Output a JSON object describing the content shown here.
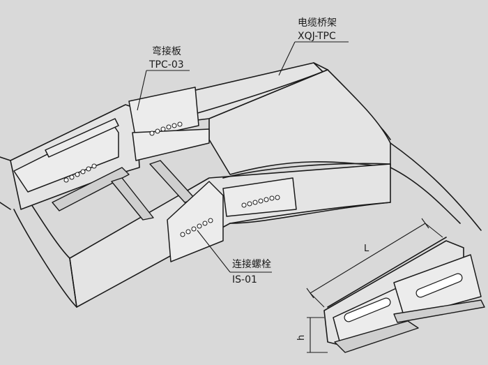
{
  "labels": {
    "tray": {
      "name": "电缆桥架",
      "code": "XQJ-TPC"
    },
    "bend_plate": {
      "name": "弯接板",
      "code": "TPC-03"
    },
    "bolt": {
      "name": "连接螺栓",
      "code": "IS-01"
    }
  },
  "dimensions": {
    "length": "L",
    "height": "h"
  }
}
